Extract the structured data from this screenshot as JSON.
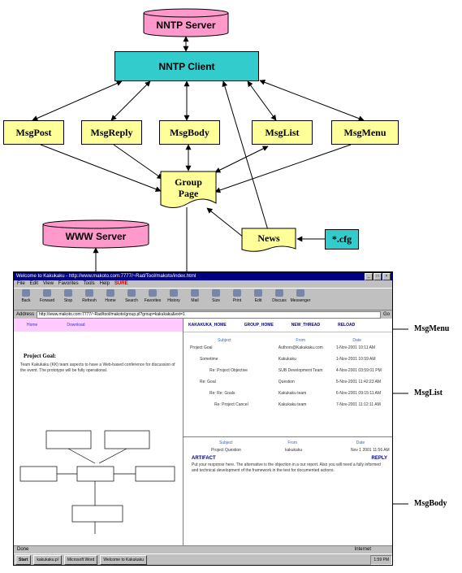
{
  "diagram": {
    "nntp_server": "NNTP Server",
    "nntp_client": "NNTP Client",
    "msg_post": "MsgPost",
    "msg_reply": "MsgReply",
    "msg_body": "MsgBody",
    "msg_list": "MsgList",
    "msg_menu": "MsgMenu",
    "group_page_line1": "Group",
    "group_page_line2": "Page",
    "news": "News",
    "cfg": "*.cfg",
    "www_server": "WWW Server",
    "callout_menu": "MsgMenu",
    "callout_list": "MsgList",
    "callout_body": "MsgBody",
    "colors": {
      "server": "#ff99cc",
      "client": "#33cccc",
      "module": "#ffff99",
      "cfg": "#33cccc"
    }
  },
  "browser": {
    "title": "Welcome to Kakukaku - http://www.makoto.com:7777/~Rad/Tool/makoto/index.html",
    "menu": [
      "File",
      "Edit",
      "View",
      "Favorites",
      "Tools",
      "Help",
      "SURE"
    ],
    "toolbar": [
      "Back",
      "Forward",
      "Stop",
      "Refresh",
      "Home",
      "Search",
      "Favorites",
      "History",
      "Mail",
      "Size",
      "Print",
      "Edit",
      "Discuss",
      "Messenger"
    ],
    "address_label": "Address",
    "address_value": "http://www.makoto.com:7777/~Rad/tool/makoto/group.pl?group=kakukaku&ext=1",
    "go_label": "Go",
    "left_nav": [
      "Home",
      "Download"
    ],
    "right_nav": [
      "KAKAKUKA_HOME",
      "GROUP_HOME",
      "NEW_THREAD",
      "RELOAD"
    ],
    "project_title": "Project Goal:",
    "project_text": "Team Kakukaku (KK) team aspects to have a Web-based conference for discussion of the event. The prototype will be fully operational.",
    "list_headers": [
      "Subject",
      "From",
      "Date"
    ],
    "list_rows": [
      [
        "Project Goal",
        "Authors@Kakukaku.com",
        "1-Nov-2001 10:11 AM"
      ],
      [
        "Sometime",
        "Kakukaku",
        "1-Nov-2001 10:59 AM"
      ],
      [
        "Re: Project Objective",
        "SUB Development Team",
        "4-Nov-2001 03:59:01 PM"
      ],
      [
        "Re: Goal",
        "Question",
        "5-Nov-2001 11:42:23 AM"
      ],
      [
        "Re: Re: Goals",
        "Kakukaku team",
        "6-Nov-2001 09:15:11 AM"
      ],
      [
        "Re: Project Cancel",
        "Kakukaku team",
        "7-Nov-2001 11:12:11 AM"
      ]
    ],
    "body_headers": [
      "Subject",
      "From",
      "Date"
    ],
    "body_values": [
      "Project Question",
      "kakukaku",
      "Nov 1 2001 11:56 AM"
    ],
    "artifact_label": "ARTIFACT",
    "reply_label": "REPLY",
    "body_text": "Put your response here. The alternative is the objection in a our report. Also you will need a fully informed and technical development of the framework in the test for documented actions.",
    "status": "Done",
    "status_right": "Internet",
    "taskbar": [
      "Start",
      "kakukaku.pl",
      "Microsoft Word",
      "Welcome to Kakukaku"
    ],
    "clock": "1:59 PM"
  }
}
